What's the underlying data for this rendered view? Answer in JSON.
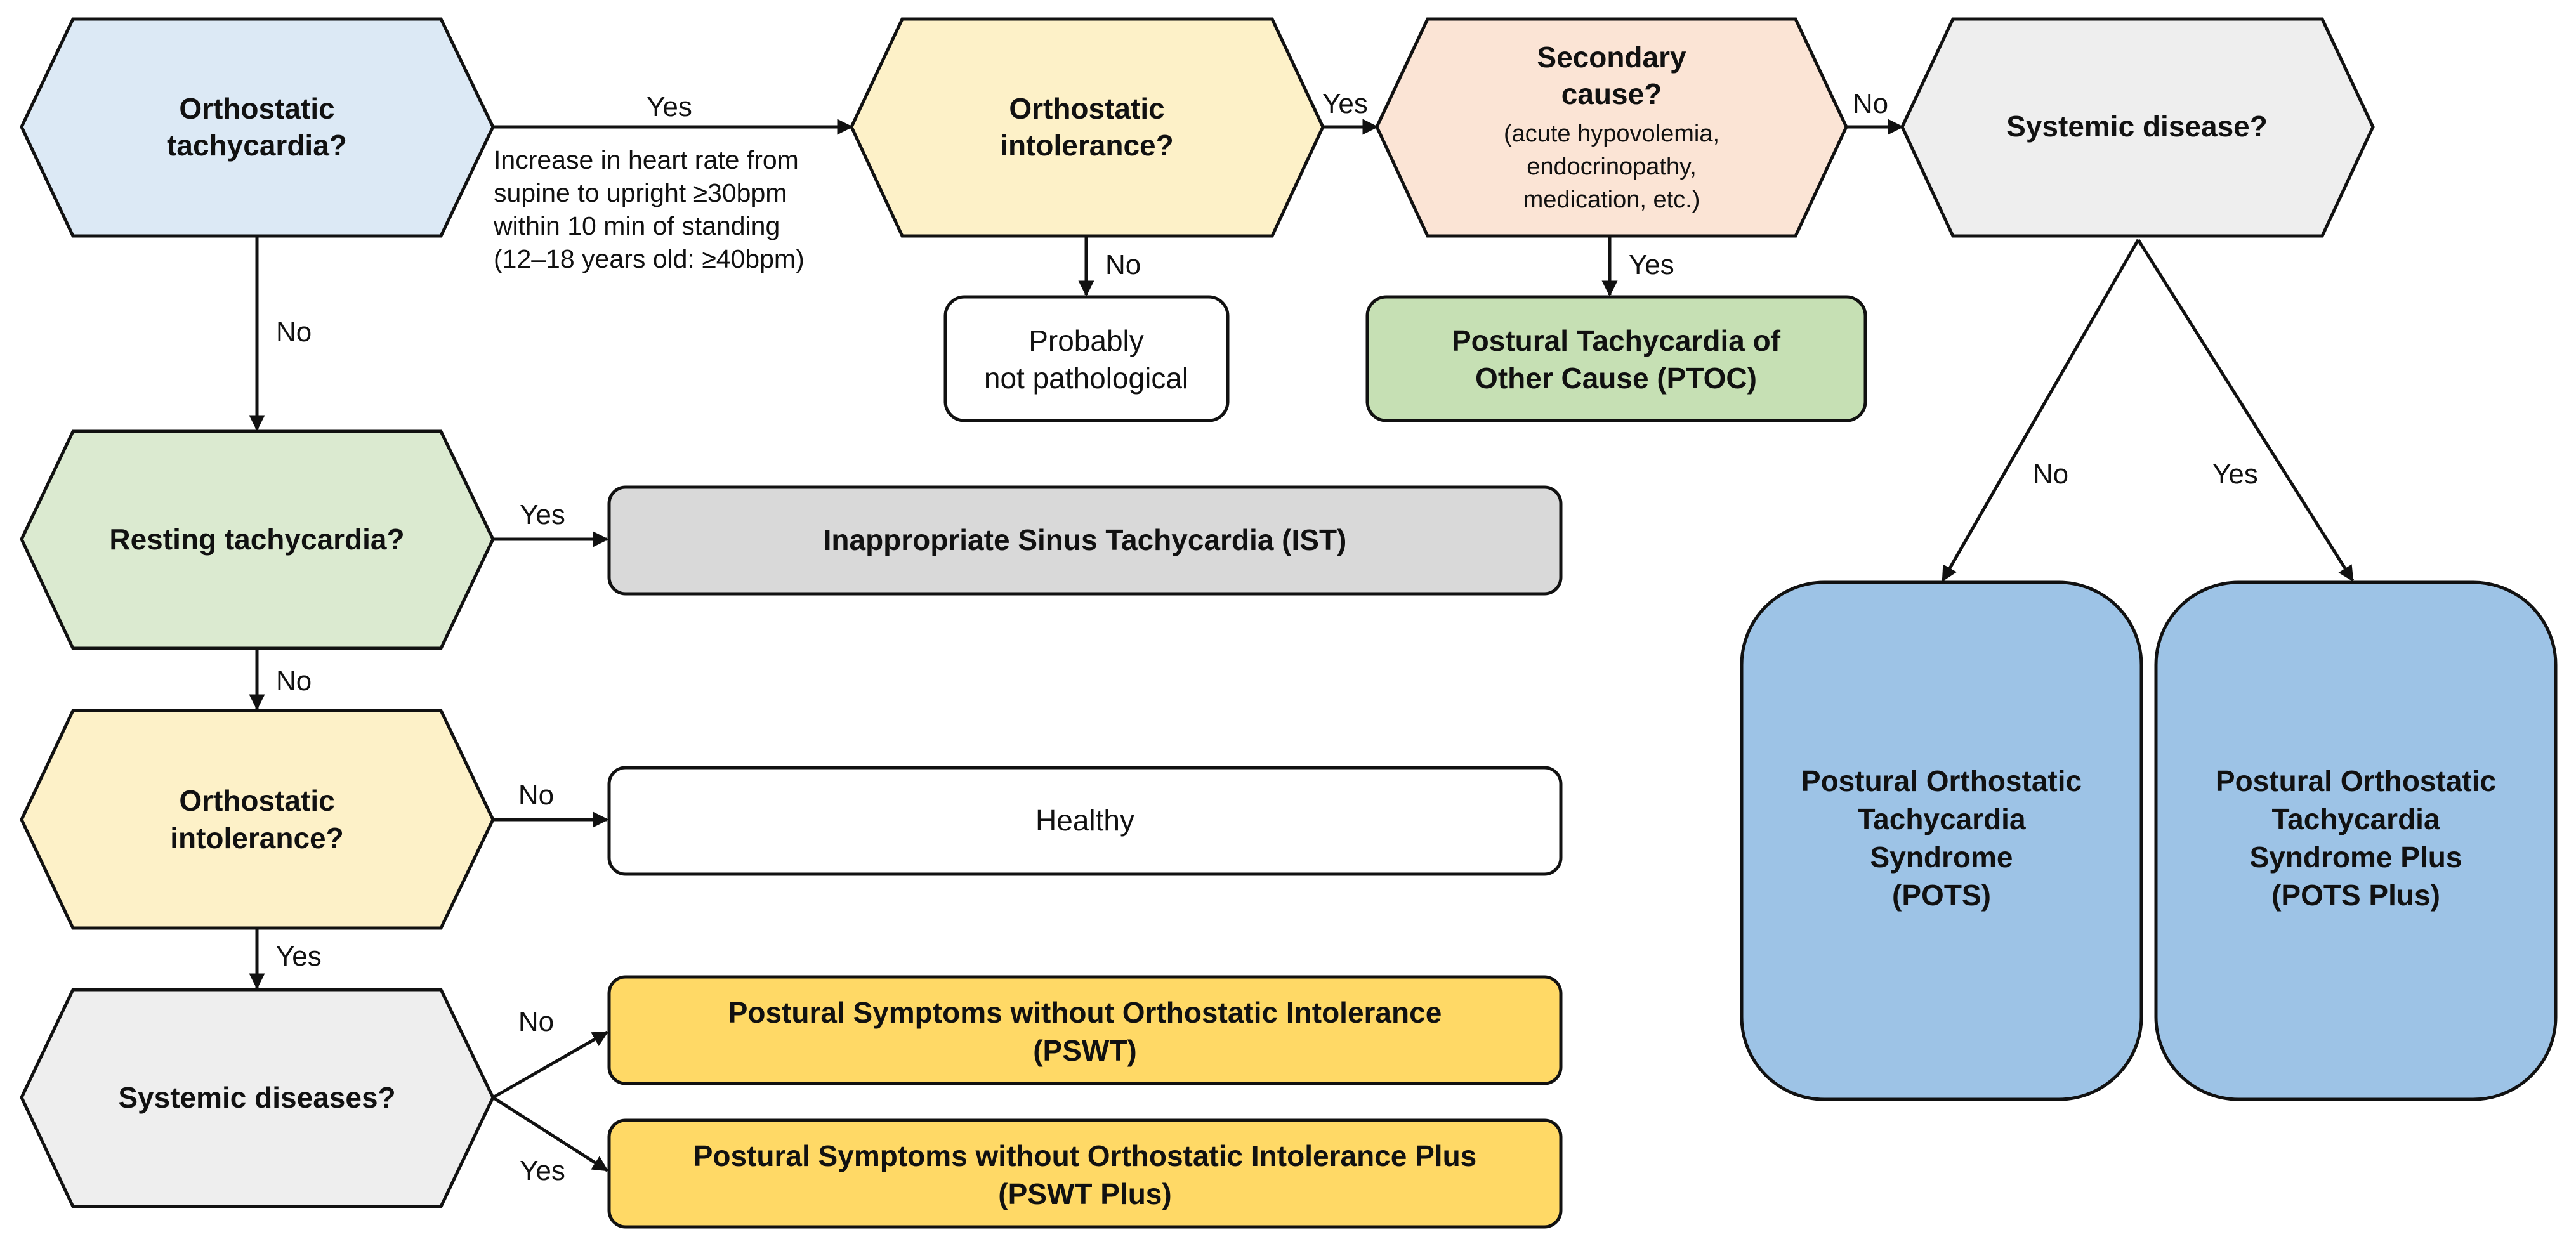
{
  "colors": {
    "blue_light": "#dce9f5",
    "yellow_light": "#fdf1c8",
    "orange_light": "#fbe4d5",
    "grey_light": "#eeeeee",
    "green_light": "#dbead0",
    "green": "#c6e0b4",
    "grey": "#d9d9d9",
    "gold": "#ffd966",
    "blue": "#9dc3e6",
    "white": "#ffffff"
  },
  "decisions": {
    "orthostatic_tachycardia": [
      "Orthostatic",
      "tachycardia?"
    ],
    "orthostatic_intolerance_top": [
      "Orthostatic",
      "intolerance?"
    ],
    "secondary_cause": [
      "Secondary",
      "cause?"
    ],
    "secondary_cause_detail": [
      "(acute hypovolemia,",
      "endocrinopathy,",
      "medication, etc.)"
    ],
    "systemic_disease": [
      "Systemic disease?"
    ],
    "resting_tachycardia": [
      "Resting tachycardia?"
    ],
    "orthostatic_intolerance_left": [
      "Orthostatic",
      "intolerance?"
    ],
    "systemic_diseases_left": [
      "Systemic diseases?"
    ]
  },
  "outcomes": {
    "probably_not_pathological": [
      "Probably",
      "not pathological"
    ],
    "ptoc": [
      "Postural Tachycardia of",
      "Other Cause (PTOC)"
    ],
    "ist": [
      "Inappropriate Sinus Tachycardia (IST)"
    ],
    "healthy": [
      "Healthy"
    ],
    "pswt": [
      "Postural Symptoms without Orthostatic Intolerance",
      "(PSWT)"
    ],
    "pswt_plus": [
      "Postural Symptoms without Orthostatic Intolerance Plus",
      "(PSWT Plus)"
    ],
    "pots": [
      "Postural Orthostatic",
      "Tachycardia",
      "Syndrome",
      "(POTS)"
    ],
    "pots_plus": [
      "Postural Orthostatic",
      "Tachycardia",
      "Syndrome Plus",
      "(POTS Plus)"
    ]
  },
  "criteria_note": [
    "Increase in heart rate from",
    "supine to upright ≥30bpm",
    "within 10 min of standing",
    "(12–18 years old: ≥40bpm)"
  ],
  "edge_labels": {
    "yes": "Yes",
    "no": "No"
  }
}
